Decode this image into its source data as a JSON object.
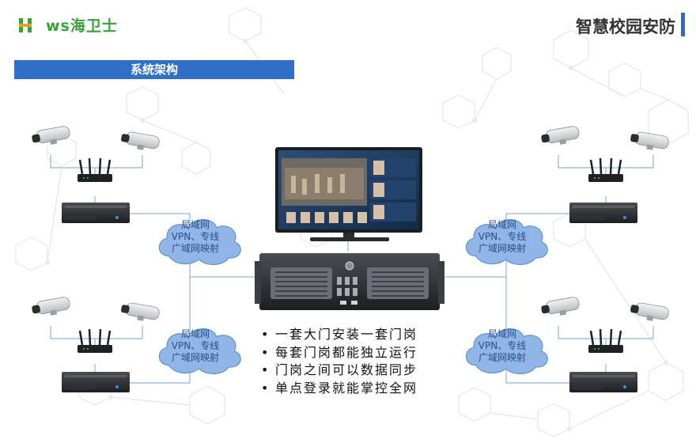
{
  "brand": {
    "logo_text": "ws海卫士",
    "logo_initial": "H"
  },
  "header": {
    "title": "智慧校园安防"
  },
  "section": {
    "title": "系统架构"
  },
  "clouds": {
    "top_left": [
      "局域网",
      "VPN、专线",
      "广域网映射"
    ],
    "bottom_left": [
      "局域网",
      "VPN、专线",
      "广域网映射"
    ],
    "top_right": [
      "局域网",
      "VPN、专线",
      "广域网映射"
    ],
    "bottom_right": [
      "局域网",
      "VPN、专线",
      "广域网映射"
    ]
  },
  "features": [
    "一套大门安装一套门岗",
    "每套门岗都能独立运行",
    "门岗之间可以数据同步",
    "单点登录就能掌控全网"
  ],
  "colors": {
    "accent": "#2f6fc7",
    "brand_green": "#3aa23a",
    "cloud_fill": "#8fb6e6",
    "line": "#7aa4d6"
  }
}
